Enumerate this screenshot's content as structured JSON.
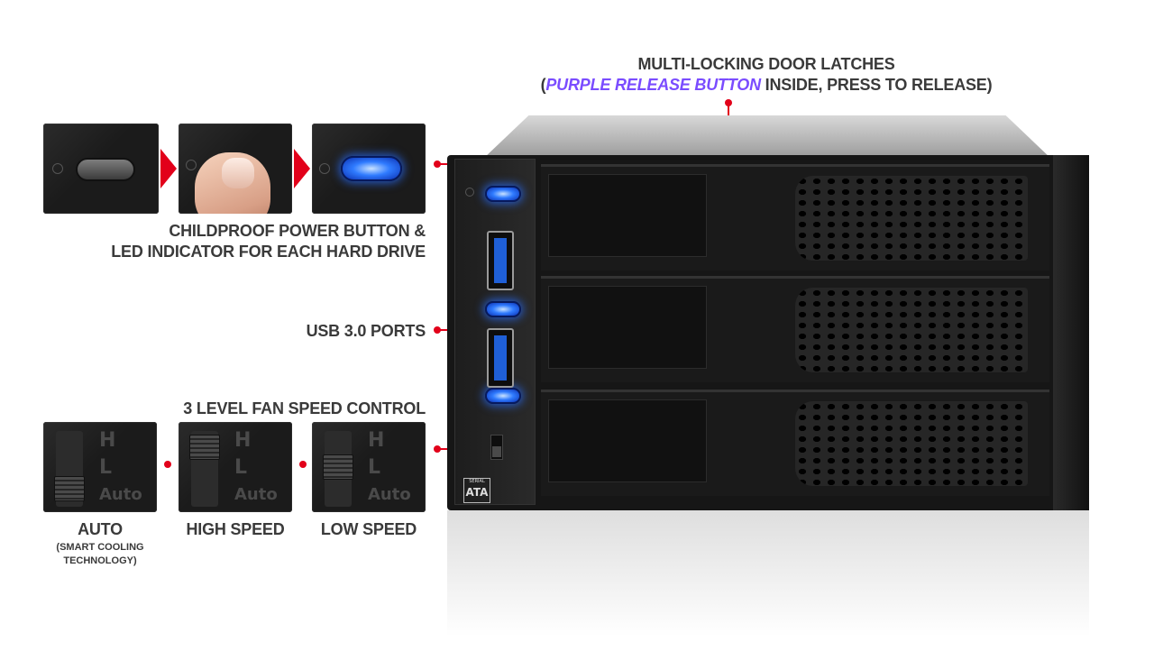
{
  "labels": {
    "door_latches_line1": "MULTI-LOCKING DOOR LATCHES",
    "door_latches_paren_open": "(",
    "door_latches_accent": "PURPLE RELEASE BUTTON",
    "door_latches_rest": " INSIDE, PRESS TO RELEASE)",
    "power_line1": "CHILDPROOF POWER BUTTON &",
    "power_line2": "LED INDICATOR FOR EACH HARD DRIVE",
    "usb": "USB 3.0 PORTS",
    "fan": "3 LEVEL FAN SPEED CONTROL",
    "mode_auto": "AUTO",
    "mode_auto_note_1": "(SMART COOLING",
    "mode_auto_note_2": "TECHNOLOGY)",
    "mode_high": "HIGH SPEED",
    "mode_low": "LOW SPEED"
  },
  "switch_letters": {
    "h": "H",
    "l": "L",
    "auto": "Auto"
  },
  "device": {
    "sata_top": "SERIAL",
    "sata_main": "ATA"
  },
  "colors": {
    "accent": "#7a4cff",
    "callout": "#e2001a",
    "led": "#2f7bff"
  }
}
